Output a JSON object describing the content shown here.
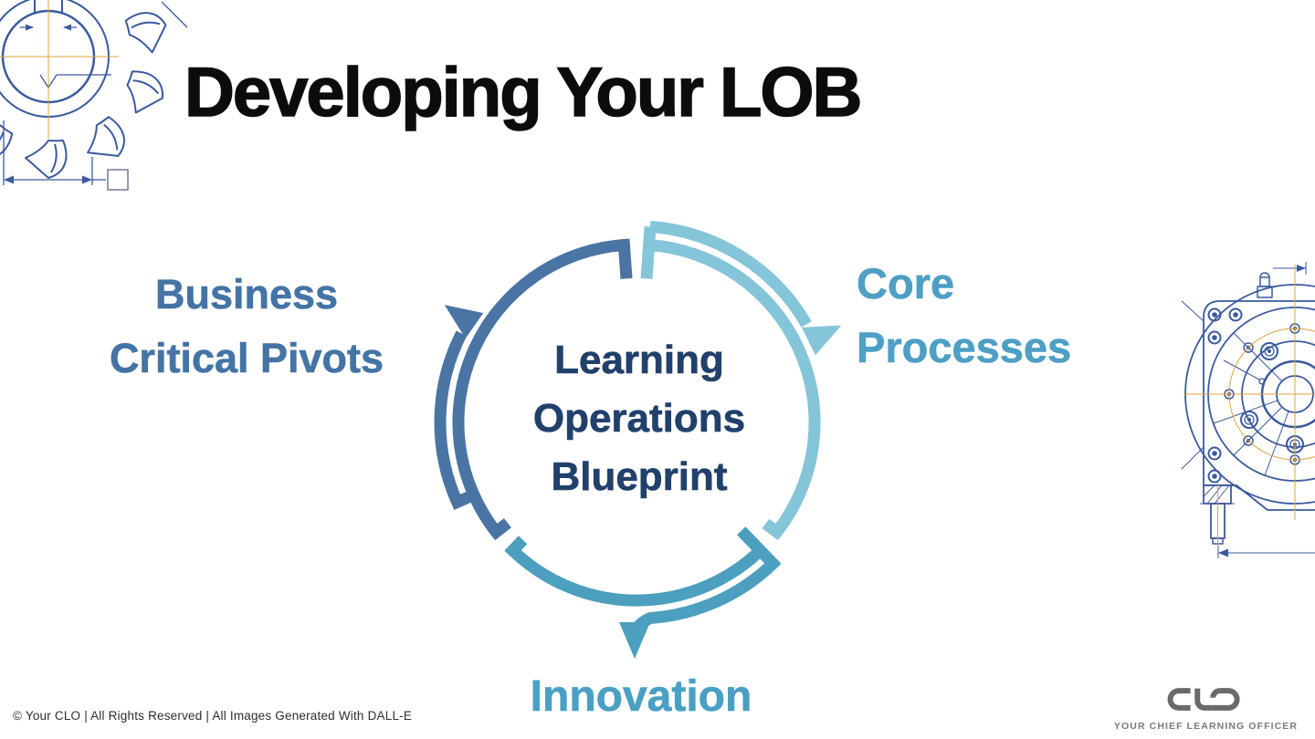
{
  "slide": {
    "title": "Developing Your LOB",
    "footer_text": "© Your CLO | All Rights Reserved | All Images Generated With DALL-E",
    "logo": {
      "brand": "CLO",
      "tagline": "YOUR CHIEF LEARNING OFFICER"
    }
  },
  "diagram": {
    "center_lines": [
      "Learning",
      "Operations",
      "Blueprint"
    ],
    "nodes": [
      {
        "id": "business-critical-pivots",
        "position": "left",
        "lines": [
          "Business",
          "Critical Pivots"
        ]
      },
      {
        "id": "core-processes",
        "position": "right",
        "lines": [
          "Core",
          "Processes"
        ]
      },
      {
        "id": "innovation",
        "position": "bottom",
        "lines": [
          "Innovation"
        ]
      }
    ],
    "colors": {
      "arc_dark": "#4a74a4",
      "arc_light": "#85c5d9",
      "arc_teal": "#4c9fbe",
      "center_text": "#21406b",
      "label_left": "#4474a5",
      "label_right": "#4e9fc4",
      "label_bottom": "#4aa0c4"
    }
  },
  "decorations": {
    "top_left": "gear-blueprint-schematic",
    "right": "gearbox-blueprint-schematic",
    "line_color": "#3a5a9e",
    "accent_color": "#dda33e",
    "dim_color": "#707c90",
    "logo_color": "#6a6a6a"
  }
}
